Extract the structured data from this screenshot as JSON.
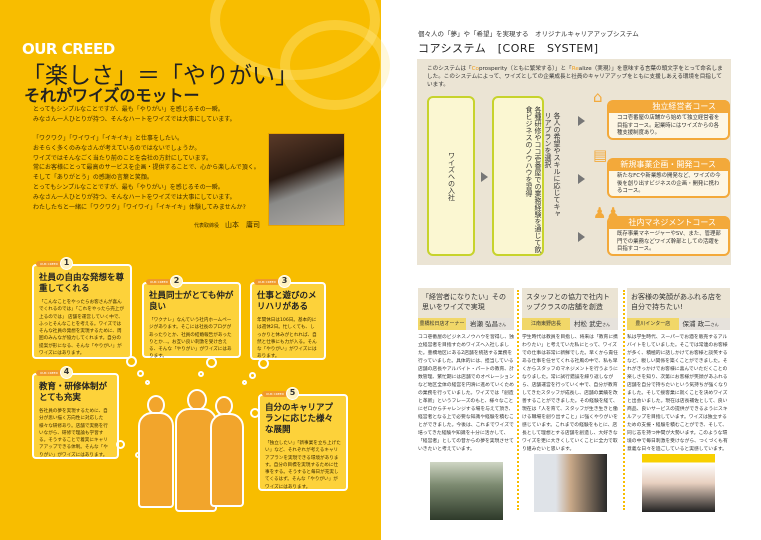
{
  "left": {
    "creed_label": "OUR CREED",
    "headline": "「楽しさ」＝「やりがい」",
    "subheadline": "それがワイズのモットー",
    "para1": [
      "とってもシンプルなことですが、最も「やりがい」を感じるその一瞬。",
      "みなさん一人ひとりが持つ、そんなハートをワイズでは大事にしています。"
    ],
    "para2": [
      "「ワクワク」「ワイワイ」「イキイキ」と仕事をしたい。",
      "おそらく多くのみなさんが考えているのではないでしょうか。",
      "ワイズではそんなごく当たり前のことを会社の方針にしています。",
      "常にお客様にとって最高のサービスを企画・提供することで、心から楽しんで頂く。",
      "そして「ありがとう」の感謝の言葉と笑顔。",
      "とってもシンプルなことですが、最も「やりがい」を感じるその一瞬。",
      "みなさん一人ひとりが持つ、そんなハートをワイズでは大事にしています。",
      "わたしたちと一緒に「ワクワク」「ワイワイ」「イキイキ」体験してみませんか?"
    ],
    "signature_role": "代表取締役",
    "signature_name": "山本　庸司",
    "bubbles": [
      {
        "tag": "OUR CREED",
        "num": "1",
        "title": "社員の自由な発想を尊重してくれる",
        "text": "「こんなことをやったらお客さんが喜んでくれるのでは」「これをやったら売上が上るのでは」 店舗を運営していく中で、ふっとそんなことを考える。ワイズではそんな社員の発想を実現するために、周囲のみんなが協力してくれます。自分の提案が形になる、そんな「やりがい」がワイズにはあります。"
      },
      {
        "tag": "OUR CREED",
        "num": "2",
        "title": "社員同士がとても仲が良い",
        "text": "「ワクナレ」なんていう社内ホームページがあります。そこには社長のブログがあったりとか、社員の結婚報告があったりとか…。お互い良い刺激を受け合える、そんな「やりがい」がワイズにはあります。"
      },
      {
        "tag": "OUR CREED",
        "num": "3",
        "title": "仕事と遊びのメリハリがある",
        "text": "年間休日は106日。基本的には週休2日。忙しくても、しっかりと休みがとれれば、自然と仕事にも力が入る。そんな「やりがい」がワイズにはあります。"
      },
      {
        "tag": "OUR CREED",
        "num": "4",
        "title": "教育・研修体制がとても充実",
        "text": "各社員の夢を実現するために、自分が思い描く方向性に対応した様々な研修あり。店舗で実務を行いながら、研修で理論も学習する。そうすることで着実にキャリアアップできる体制。そんな「やりがい」がワイズにはあります。"
      },
      {
        "tag": "OUR CREED",
        "num": "5",
        "title": "自分のキャリアプランに応じた様々な展開",
        "text": "「独立したい」「新事業を立ち上げたい」など、それぞれが考えるキャリアプランを実現できる環境があります。自分の目標を実現するために仕事をする。そうすると毎日が充実してくるはず。そんな「やりがい」がワイズにはあります。"
      }
    ]
  },
  "right": {
    "subtitle": "個々人の「夢」や「希望」を実現する　オリジナルキャリアアップシステム",
    "title": "コアシステム　[CORE　SYSTEM]",
    "intro_a": "このシステムは「",
    "intro_co": "Co",
    "intro_b": "prosperity（ともに繁栄する）」と「",
    "intro_re": "Re",
    "intro_c": "alize（実現）」を意味する言葉の頭文字をとって命名しました。このシステムによって、ワイズとしての企業成長と社員のキャリアアップをともに支援しあえる環境を目指しています。",
    "step1": "ワイズへの入社",
    "step2": "各種研修やココ壱番屋での業務経験を通じて飲食ビジネスのノウハウを習得",
    "step3": "各人の希望やスキルに応じてキャリアプランを選択",
    "courses": [
      {
        "title": "独立経営者コース",
        "icon": "shop-icon",
        "text": "ココ壱番屋の店舗から始めて独立経営者を目指すコース。起業時にはワイズからの各種支援制度あり。"
      },
      {
        "title": "新規事業企画・開発コース",
        "icon": "documents-icon",
        "text": "新たなFCや新業態の開発など、ワイズの今後を創り出すビジネスの企画・開発に携わるコース。"
      },
      {
        "title": "社内マネジメントコース",
        "icon": "people-icon",
        "text": "既存事業マネージャーやSV、また、管理部門での業務などワイズ幹部としての活躍を目指すコース。"
      }
    ],
    "interviews": [
      {
        "heading": "「経営者になりたい」その思いをワイズで実現",
        "store": "豊橋松日店オーナー",
        "name": "岩瀬 弘昌",
        "honorific": "さん",
        "text": "ココ壱番屋のビジネスノウハウを習得し、独立経営者を目指すためワイズへ入社しました。豊橋地区にある2店舗を統括する業務を行っていました。具体的には、担当している店舗の店長やアルバイト・パートの教育、計数管理、繁忙期には店舗でのオペレーションなど地区全体の経営を円滑に進めていくための業務を行っていました。ワイズでは「創造と革新」というフレーズのもと、様々なことにゼロからチャレンジする場を与えて頂き、経営者となる上で必要な知識や経験を積むことができました。今後は、これまでワイズで培ってきた経験や知識を十分に活かして、「経営者」としての昔からの夢を実現させていきたいと考えています。"
      },
      {
        "heading": "スタッフとの協力で社内トップクラスの店舗を創造",
        "store": "江南東野店長",
        "name": "村松 武史",
        "honorific": "さん",
        "text": "学生時代は教員を目指し、将来は「教育に携わりたい」と考えていた私にとって、ワイズでの仕事は非常に新鮮でした。早くから責任ある仕事を任せてくれる社風の中で、私も早くからスタッフのマネジメントを行うようになりました。常に試行錯誤を繰り返しながら、店舗運営を行っていく中で、自分が教育してきたスタッフが成長し、店舗の業績を改善することができました。その経験を経て、現在は「人を育て、スタッフが生き生きと働ける職場を創り出すこと」に強くやりがいを感じています。これまでの経験をもとに、店長として理想とする店舗を創造し、大好きなワイズを更に大きくしていくことに全力で取り組みたいと思います。"
      },
      {
        "heading": "お客様の笑顔があふれる店を自分で持ちたい!",
        "store": "豊川インター店",
        "name": "保浦 政二",
        "honorific": "さん",
        "text": "私は学生時代、スーパーでお酒を販売するアルバイトをしていました。そこでは常連のお客様が多く、積極的に話しかけてお客様と談笑するなど、親しい関係を築くことができました。それがきっかけでお客様に喜んでいただくことの楽しさを知り、次第にお客様が笑顔があふれる店舗を自分で持ちたいという気持ちが強くなりました。そして接客業に就くことを決めワイズと出会いました。現在は店長補佐として、良い商品、良いサービスの提供ができるようにスキルアップを目指しています。ワイズは独立するための支援・経験を積むことができ、そして、同じ志を持つ仲間が大勢います。このような環境の中で毎日刺激を受けながら、つくづくも有意義な日々を過ごしていると実感しています。"
      }
    ]
  },
  "colors": {
    "yellow": "#f8bd00",
    "orange": "#f3a93a",
    "beige": "#ebe4d4",
    "green": "#c7d32c"
  }
}
